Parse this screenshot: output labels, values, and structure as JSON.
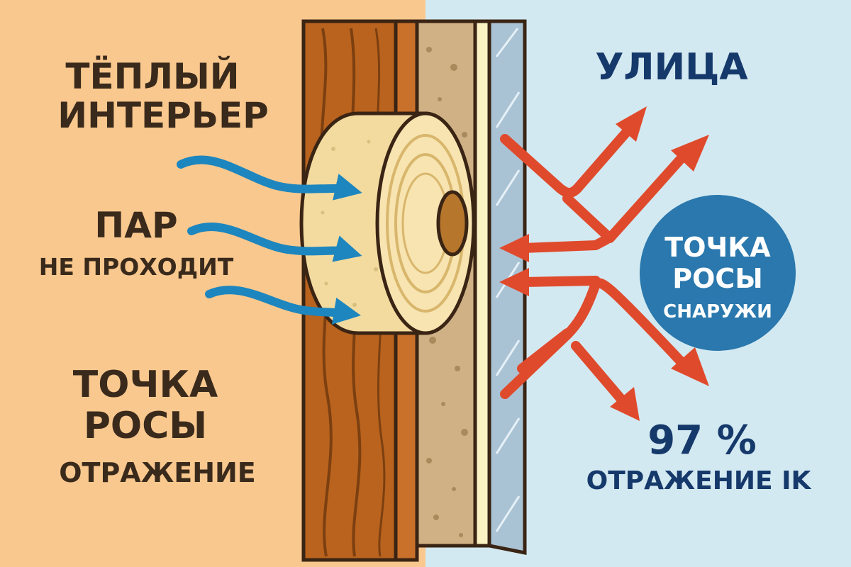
{
  "left": {
    "heading_line1": "ТЁПЛЫЙ",
    "heading_line2": "ИНТЕРЬЕР",
    "vapor_line1": "ПАР",
    "vapor_line2": "НЕ ПРОХОДИТ",
    "dew_line1": "ТОЧКА",
    "dew_line2": "РОСЫ",
    "dew_line3": "ОТРАЖЕНИЕ"
  },
  "right": {
    "heading": "УЛИЦА",
    "badge_line1": "ТОЧКА",
    "badge_line2": "РОСЫ",
    "badge_line3": "СНАРУЖИ",
    "percent": "97 %",
    "percent_caption": "ОТРАЖЕНИЕ IK"
  },
  "colors": {
    "interior_bg": "#f9c88e",
    "exterior_bg": "#d3e9f1",
    "vapor_arrows": "#1d86be",
    "heat_arrows": "#e04a2c",
    "badge": "#2a78ad",
    "text_dark": "#3a2a1c",
    "text_navy": "#16396b"
  },
  "icons": {
    "vapor": "wavy-arrow-icon",
    "tape": "tape-roll-icon",
    "heat": "red-arrow-icon"
  }
}
